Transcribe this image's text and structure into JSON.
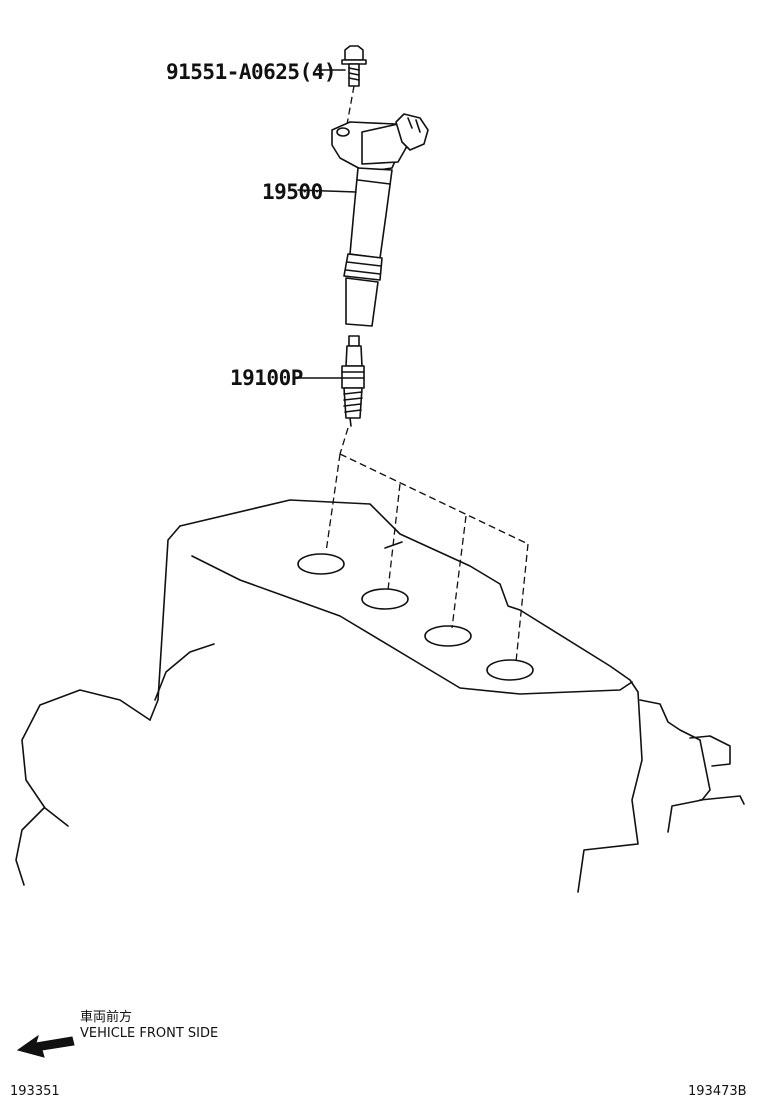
{
  "callouts": {
    "bolt": "91551-A0625(4)",
    "coil": "19500",
    "plug": "19100P"
  },
  "direction": {
    "japanese": "車両前方",
    "english": "VEHICLE FRONT SIDE"
  },
  "footer": {
    "left_code": "193351",
    "right_code": "193473B"
  }
}
